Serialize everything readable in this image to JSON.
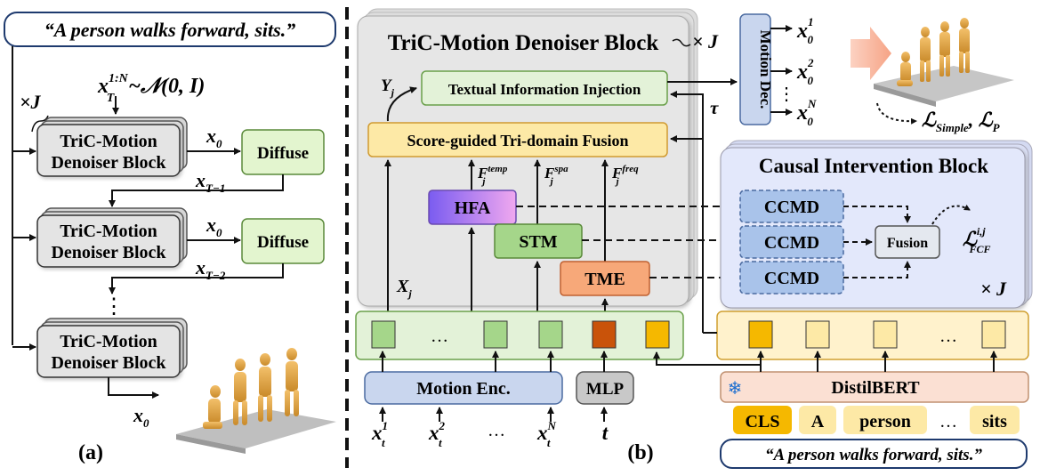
{
  "colors": {
    "gray_block": "#e2e2e2",
    "blue_box": "#c9d6ee",
    "green_box": "#c5e3b2",
    "yellow_box": "#fde9a6",
    "orange_box": "#f7a879",
    "purple_grad_a": "#8a6ef0",
    "purple_grad_b": "#f0a0f0",
    "causal_bg": "#e3e8fb",
    "token_orange": "#c9530a",
    "token_gold": "#f5b800",
    "mlp_gray": "#c8c8c8",
    "diffuse_green": "#e3f5cf"
  },
  "part_a": {
    "prompt": "“A person walks forward, sits.”",
    "noise_label": "x",
    "noise_sup": "1:N",
    "noise_sub": "T",
    "noise_rest": "~𝒩(0, I)",
    "repeat_label": "×J",
    "block1_line1": "TriC-Motion",
    "block1_line2": "Denoiser Block",
    "block2_line1": "TriC-Motion",
    "block2_line2": "Denoiser Block",
    "block3_line1": "TriC-Motion",
    "block3_line2": "Denoiser Block",
    "diffuse1": "Diffuse",
    "diffuse2": "Diffuse",
    "x0_a": "x",
    "x0_a_sub": "0",
    "x0_b": "x",
    "x0_b_sub": "0",
    "xt1": "x",
    "xt1_sub": "T−1",
    "xt2": "x",
    "xt2_sub": "T−2",
    "dots": "⋮",
    "out_x0": "x",
    "out_x0_sub": "0",
    "caption": "(a)"
  },
  "part_b": {
    "denoiser_title": "TriC-Motion Denoiser Block",
    "denoiser_repeat": "× J",
    "tii": "Textual Information Injection",
    "sgtf": "Score-guided Tri-domain Fusion",
    "hfa": "HFA",
    "stm": "STM",
    "tme": "TME",
    "y_label": "Y",
    "y_sub": "j",
    "x_label": "X",
    "x_sub": "j",
    "f_temp": "F",
    "f_temp_sub": "j",
    "f_temp_sup": "temp",
    "f_spa": "F",
    "f_spa_sub": "j",
    "f_spa_sup": "spa",
    "f_freq": "F",
    "f_freq_sub": "j",
    "f_freq_sup": "freq",
    "tau": "τ",
    "motion_dec": "Motion Dec.",
    "out1": "x",
    "out1_sub": "0",
    "out1_sup": "1",
    "out2": "x",
    "out2_sub": "0",
    "out2_sup": "2",
    "out_dots": "⋮",
    "outN": "x",
    "outN_sub": "0",
    "outN_sup": "N",
    "loss": "ℒ",
    "loss_sub1": "Simple",
    "loss_sep": ", ℒ",
    "loss_sub2": "P",
    "causal_title": "Causal Intervention Block",
    "ccmd1": "CCMD",
    "ccmd2": "CCMD",
    "ccmd3": "CCMD",
    "fusion": "Fusion",
    "fcf": "ℒ",
    "fcf_sub": "FCF",
    "fcf_sup": "i,j",
    "causal_repeat": "× J",
    "motion_tokens_dots": "…",
    "text_tokens_dots": "…",
    "motion_enc": "Motion Enc.",
    "mlp": "MLP",
    "distilbert": "DistilBERT",
    "snow": "❄",
    "xt": "x",
    "xt_sub": "t",
    "xt1_sup": "1",
    "xt2_sup": "2",
    "xtN_sup": "N",
    "in_dots": "…",
    "t_label": "t",
    "words": [
      "CLS",
      "A",
      "person",
      "…",
      "sits"
    ],
    "prompt": "“A person walks forward, sits.”",
    "caption": "(b)"
  }
}
